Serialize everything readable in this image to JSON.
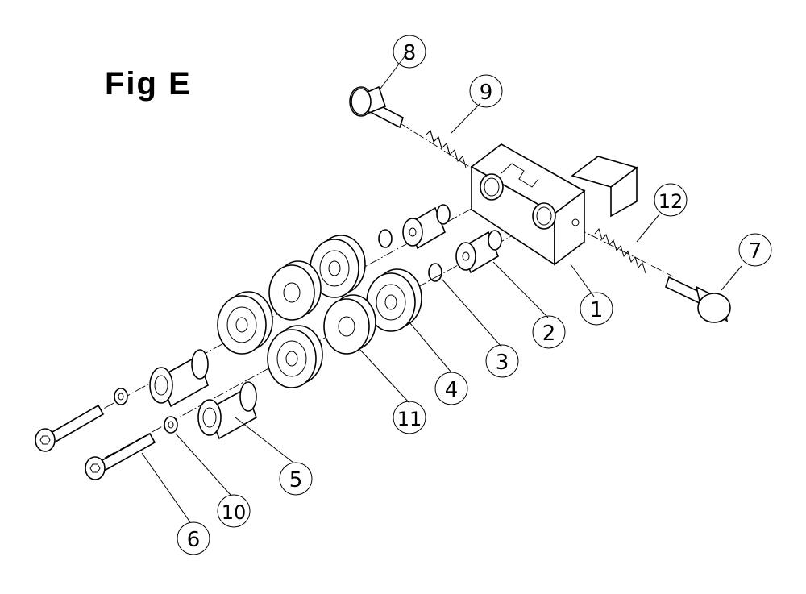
{
  "figure": {
    "title": "Fig E"
  },
  "callouts": {
    "c1": "1",
    "c2": "2",
    "c3": "3",
    "c4": "4",
    "c5": "5",
    "c6": "6",
    "c7": "7",
    "c8": "8",
    "c9": "9",
    "c10": "10",
    "c11": "11",
    "c12": "12"
  }
}
